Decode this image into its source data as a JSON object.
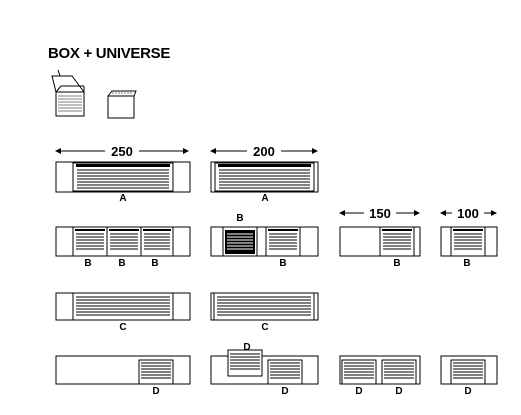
{
  "title": "BOX + UNIVERSE",
  "dimensions": {
    "d250": "250",
    "d200": "200",
    "d150": "150",
    "d100": "100"
  },
  "labels": {
    "a": "A",
    "b": "B",
    "c": "C",
    "d": "D"
  }
}
